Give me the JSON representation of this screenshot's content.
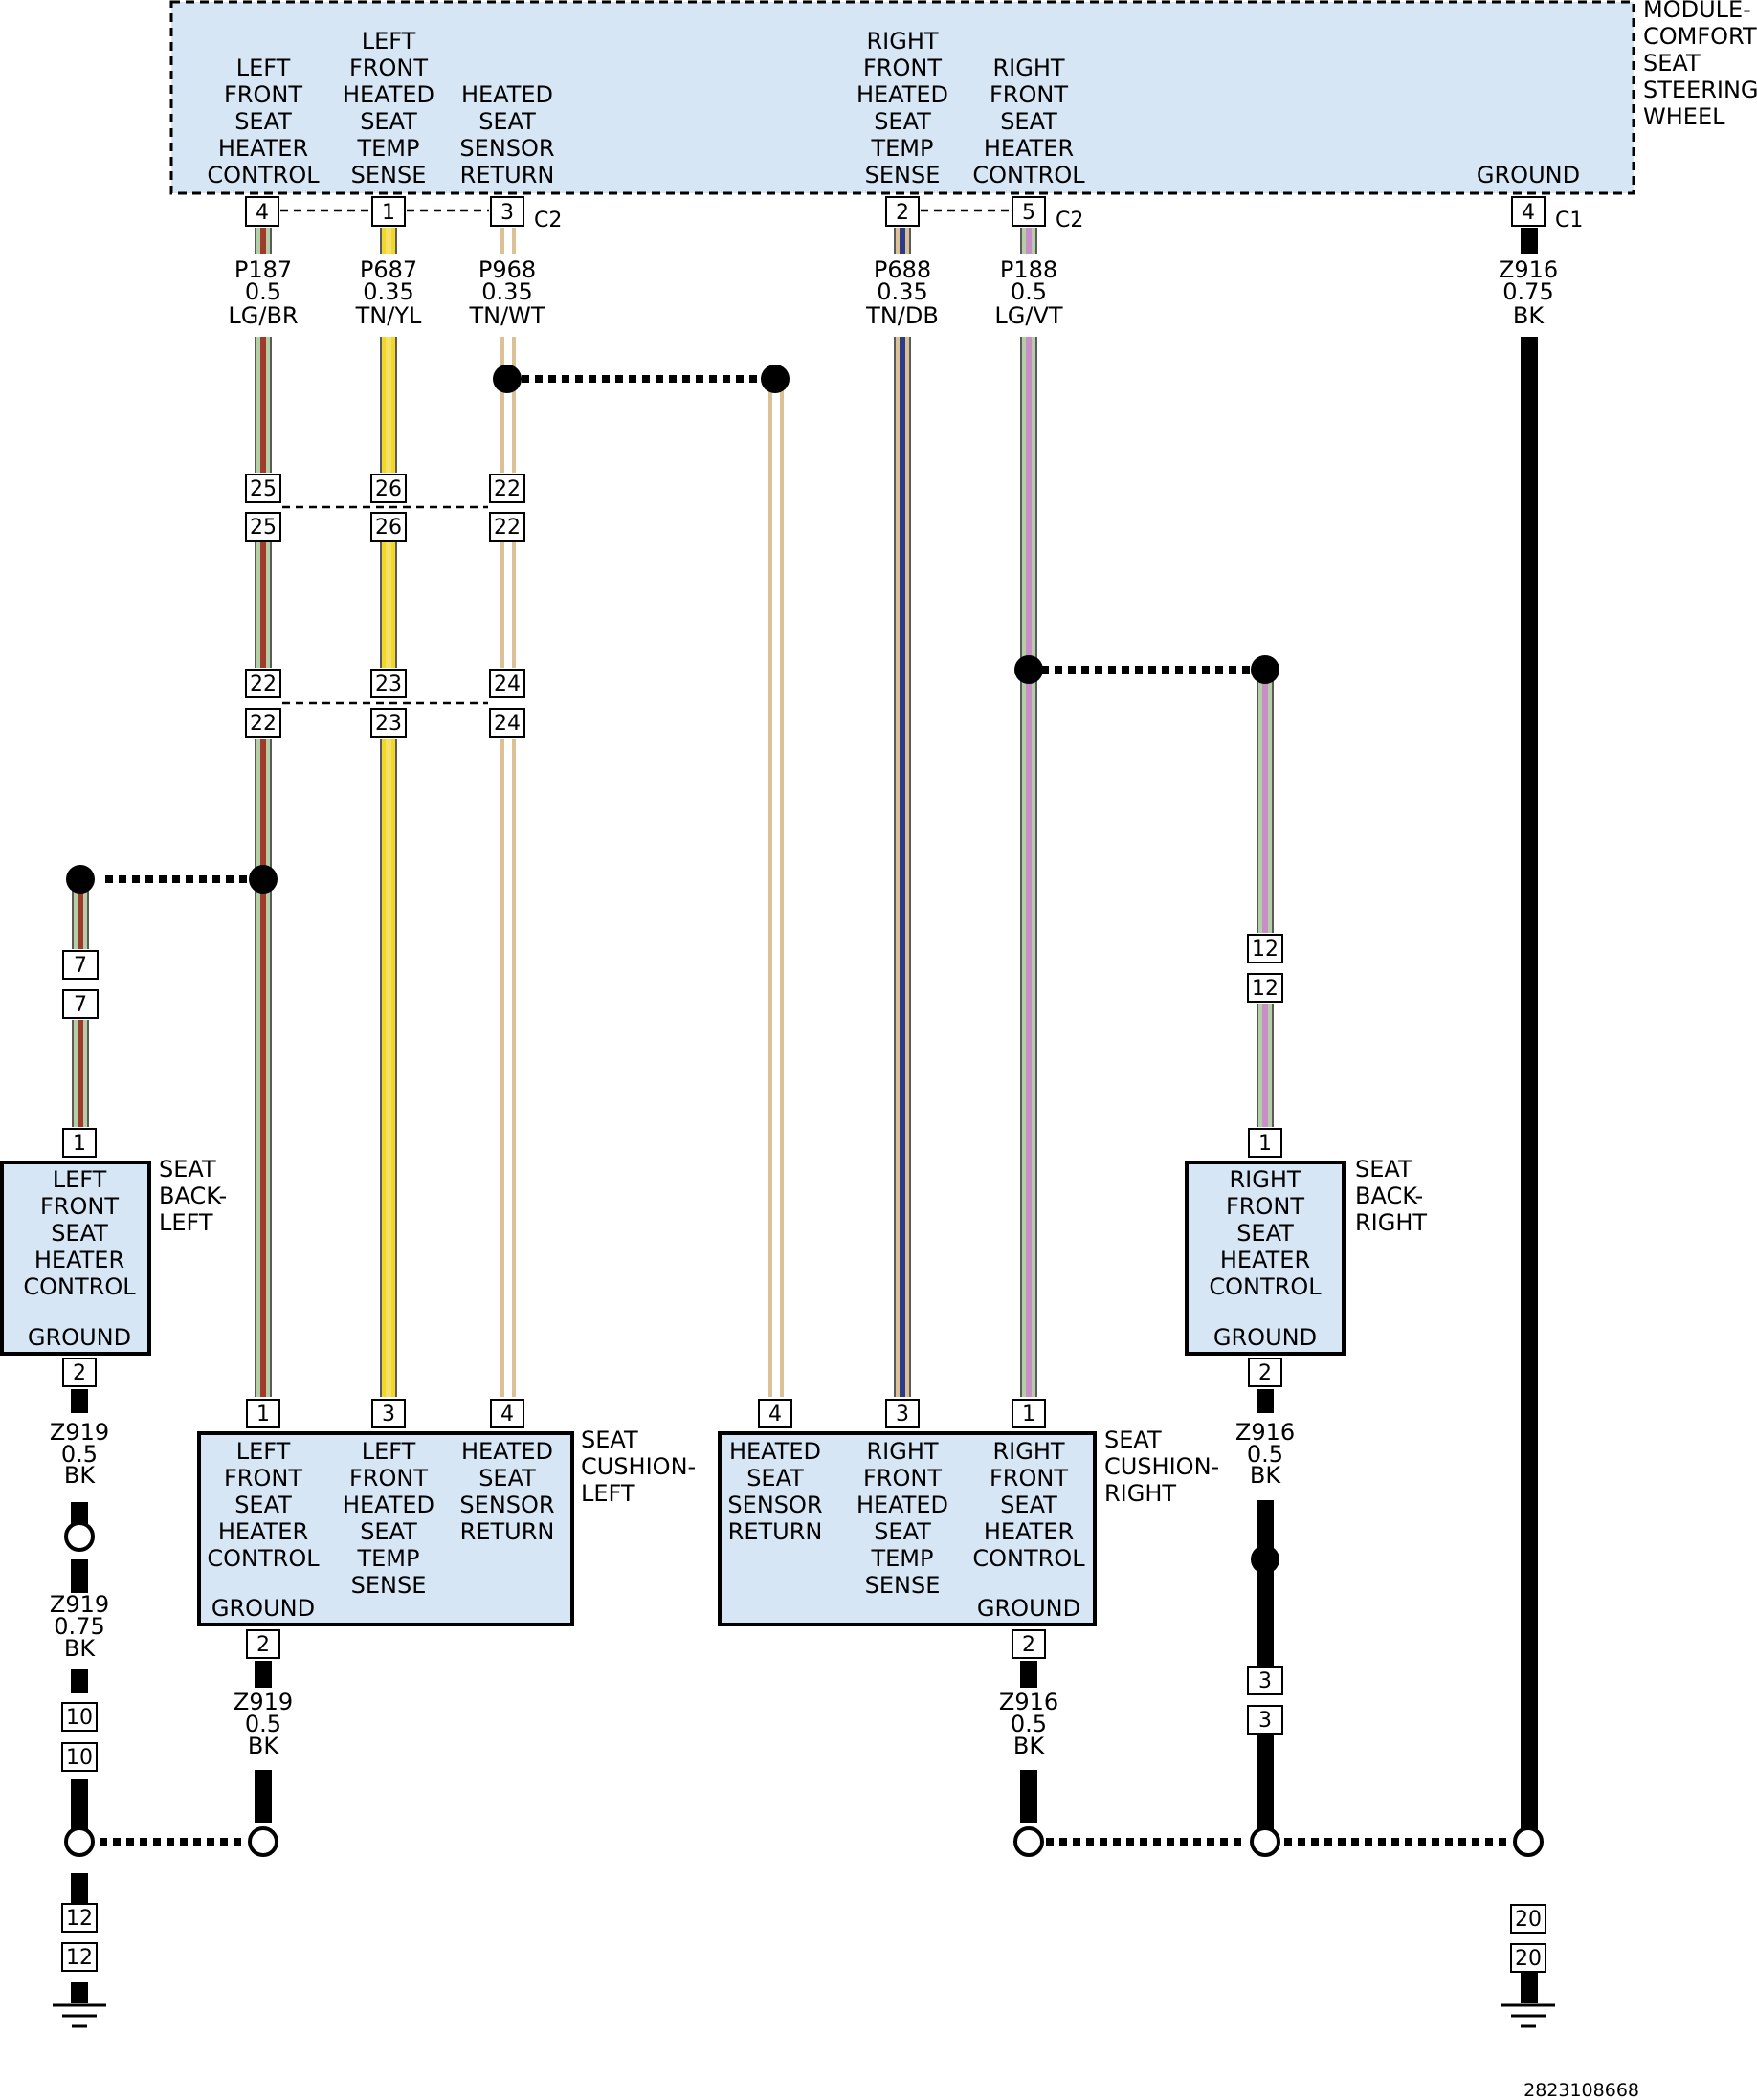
{
  "module": {
    "name": "MODULE-\nCOMFORT\nSEAT\nSTEERING\nWHEEL",
    "pins": [
      {
        "label": "LEFT\nFRONT\nSEAT\nHEATER\nCONTROL",
        "pin": "4"
      },
      {
        "label": "LEFT\nFRONT\nHEATED\nSEAT\nTEMP\nSENSE",
        "pin": "1"
      },
      {
        "label": "HEATED\nSEAT\nSENSOR\nRETURN",
        "pin": "3"
      },
      {
        "label": "RIGHT\nFRONT\nHEATED\nSEAT\nTEMP\nSENSE",
        "pin": "2"
      },
      {
        "label": "RIGHT\nFRONT\nSEAT\nHEATER\nCONTROL",
        "pin": "5"
      },
      {
        "label": "GROUND",
        "pin": "4"
      }
    ],
    "connectors": [
      "C2",
      "C2",
      "C1"
    ]
  },
  "wires": [
    {
      "circuit": "P187",
      "gauge": "0.5",
      "color_code": "LG/BR"
    },
    {
      "circuit": "P687",
      "gauge": "0.35",
      "color_code": "TN/YL"
    },
    {
      "circuit": "P968",
      "gauge": "0.35",
      "color_code": "TN/WT"
    },
    {
      "circuit": "P688",
      "gauge": "0.35",
      "color_code": "TN/DB"
    },
    {
      "circuit": "P188",
      "gauge": "0.5",
      "color_code": "LG/VT"
    },
    {
      "circuit": "Z916",
      "gauge": "0.75",
      "color_code": "BK"
    }
  ],
  "ground_wires": [
    {
      "circuit": "Z919",
      "gauge": "0.5",
      "color_code": "BK"
    },
    {
      "circuit": "Z919",
      "gauge": "0.75",
      "color_code": "BK"
    },
    {
      "circuit": "Z919",
      "gauge": "0.5",
      "color_code": "BK"
    },
    {
      "circuit": "Z916",
      "gauge": "0.5",
      "color_code": "BK"
    },
    {
      "circuit": "Z916",
      "gauge": "0.5",
      "color_code": "BK"
    }
  ],
  "inline_pins": {
    "row1": [
      "25",
      "26",
      "22"
    ],
    "row2": [
      "22",
      "23",
      "24"
    ],
    "seat_back_left": "7",
    "seat_back_right": "12",
    "left_ground": [
      "10",
      "12"
    ],
    "right_ground_splice": "3",
    "main_ground": "20"
  },
  "seat_back_left": {
    "name": "SEAT\nBACK-\nLEFT",
    "label": "LEFT\nFRONT\nSEAT\nHEATER\nCONTROL",
    "ground_label": "GROUND",
    "pins": [
      "1",
      "2"
    ]
  },
  "seat_back_right": {
    "name": "SEAT\nBACK-\nRIGHT",
    "label": "RIGHT\nFRONT\nSEAT\nHEATER\nCONTROL",
    "ground_label": "GROUND",
    "pins": [
      "1",
      "2"
    ]
  },
  "seat_cushion_left": {
    "name": "SEAT\nCUSHION-\nLEFT",
    "pins": [
      {
        "label": "LEFT\nFRONT\nSEAT\nHEATER\nCONTROL",
        "pin": "1"
      },
      {
        "label": "LEFT\nFRONT\nHEATED\nSEAT\nTEMP\nSENSE",
        "pin": "3"
      },
      {
        "label": "HEATED\nSEAT\nSENSOR\nRETURN",
        "pin": "4"
      }
    ],
    "ground_label": "GROUND",
    "ground_pin": "2"
  },
  "seat_cushion_right": {
    "name": "SEAT\nCUSHION-\nRIGHT",
    "pins": [
      {
        "label": "HEATED\nSEAT\nSENSOR\nRETURN",
        "pin": "4"
      },
      {
        "label": "RIGHT\nFRONT\nHEATED\nSEAT\nTEMP\nSENSE",
        "pin": "3"
      },
      {
        "label": "RIGHT\nFRONT\nSEAT\nHEATER\nCONTROL",
        "pin": "1"
      }
    ],
    "ground_label": "GROUND",
    "ground_pin": "2"
  },
  "doc_id": "2823108668",
  "colors": {
    "box_fill": "#d6e6f5",
    "LG": "#b4cfa6",
    "BR": "#a03a2c",
    "TN": "#dcc197",
    "YL": "#f2d724",
    "WT": "#ffffff",
    "DB": "#2c3c8c",
    "VT": "#c98ec7",
    "BK": "#000000"
  }
}
